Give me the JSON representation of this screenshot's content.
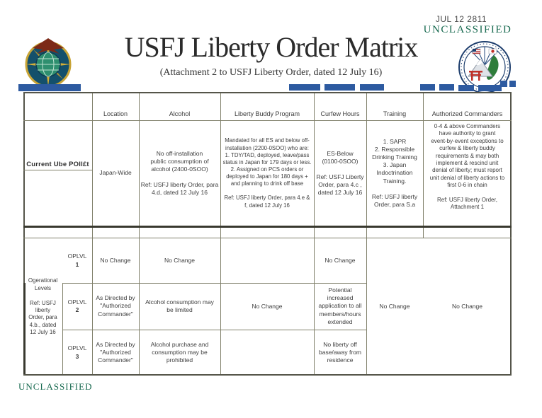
{
  "page": {
    "stamp_date": "JUL 12 2811",
    "stamp_classification": "UNCLASSIFIED",
    "footer_classification": "UNCLASSIFIED",
    "title": "USFJ Liberty Order Matrix",
    "subtitle": "(Attachment 2 to USFJ Liberty Order, dated 12 July 16)"
  },
  "colors": {
    "accent_blue": "#2d5aa0",
    "classification_green": "#17694f",
    "table_border_olive": "#80806a"
  },
  "icons": {
    "left_seal": "usfj-command-seal",
    "right_seal": "united-states-forces-japan-seal"
  },
  "matrix": {
    "column_headers": [
      "Location",
      "Alcohol",
      "Liberty Buddy Program",
      "Curfew Hours",
      "Training",
      "Authorized Commanders"
    ],
    "current_policy": {
      "row_label": "Current Ube POll£t",
      "location": "Japan-Wide",
      "alcohol": "No off-installation\npublic consumption of\nalcohol (2400-0SOO)\n\nRef: USFJ liberty Order, para\n4.d, dated 12 July 16",
      "liberty_buddy_program": "Mandated for all ES and below off-\ninstallation (2200-0SOO) who are:\n1. TDY/TAD, deployed, leave/pass\nstatus in Japan for 179 days or less.\n2. Assigned on PCS orders or\ndeployed to Japan for 180 days +\nand planning to drink off base\n\nRef: USFJ liberty Order, para 4.e &\nf, dated 12 July 16",
      "curfew_hours": "ES-Below\n(0100-0SOO)\n\nRef: USFJ Liberty\nOrder, para 4.c ,\ndated 12 July 16",
      "training": "1. SAPR\n2. Responsible\nDrinking Training\n3. Japan\nIndoctrination\nTraining.\n\nRef: USFJ liberty\nOrder, para S.a",
      "authorized_commanders": "0-4 & above Commanders\nhave authority to grant\nevent-by-event exceptions to\ncurfew & liberty buddy\nrequirements & may both\nimplement & rescind unit\ndenial of liberty; must report\nunit denial of liberty actions to\nfirst 0-6 in chain\n\nRef: USFJ liberty Order,\nAttachment 1"
    },
    "operational_levels": {
      "row_label": "Ogerational\nLevels\n\nRef: USFJ\nliberty\nOrder, para\n4.b., dated\n12 July 16",
      "rows": [
        {
          "level": "OPLVL",
          "number": "1",
          "location": "No Change",
          "alcohol": "No Change",
          "curfew_hours": "No Change"
        },
        {
          "level": "OPLVL",
          "number": "2",
          "location": "As Directed by\n\"Authorized\nCommander\"",
          "alcohol": "Alcohol consumption may\nbe limited",
          "curfew_hours": "Potential\nincreased\napplication to all\nmembers/hours\nextended"
        },
        {
          "level": "OPLVL",
          "number": "3",
          "location": "As Directed by\n\"Authorized\nCommander\"",
          "alcohol": "Alcohol purchase and\nconsumption may be\nprohibited",
          "curfew_hours": "No liberty off\nbase/away from\nresidence"
        }
      ],
      "liberty_buddy_program": "No Change",
      "training": "No Change",
      "authorized_commanders": "No Change"
    }
  }
}
